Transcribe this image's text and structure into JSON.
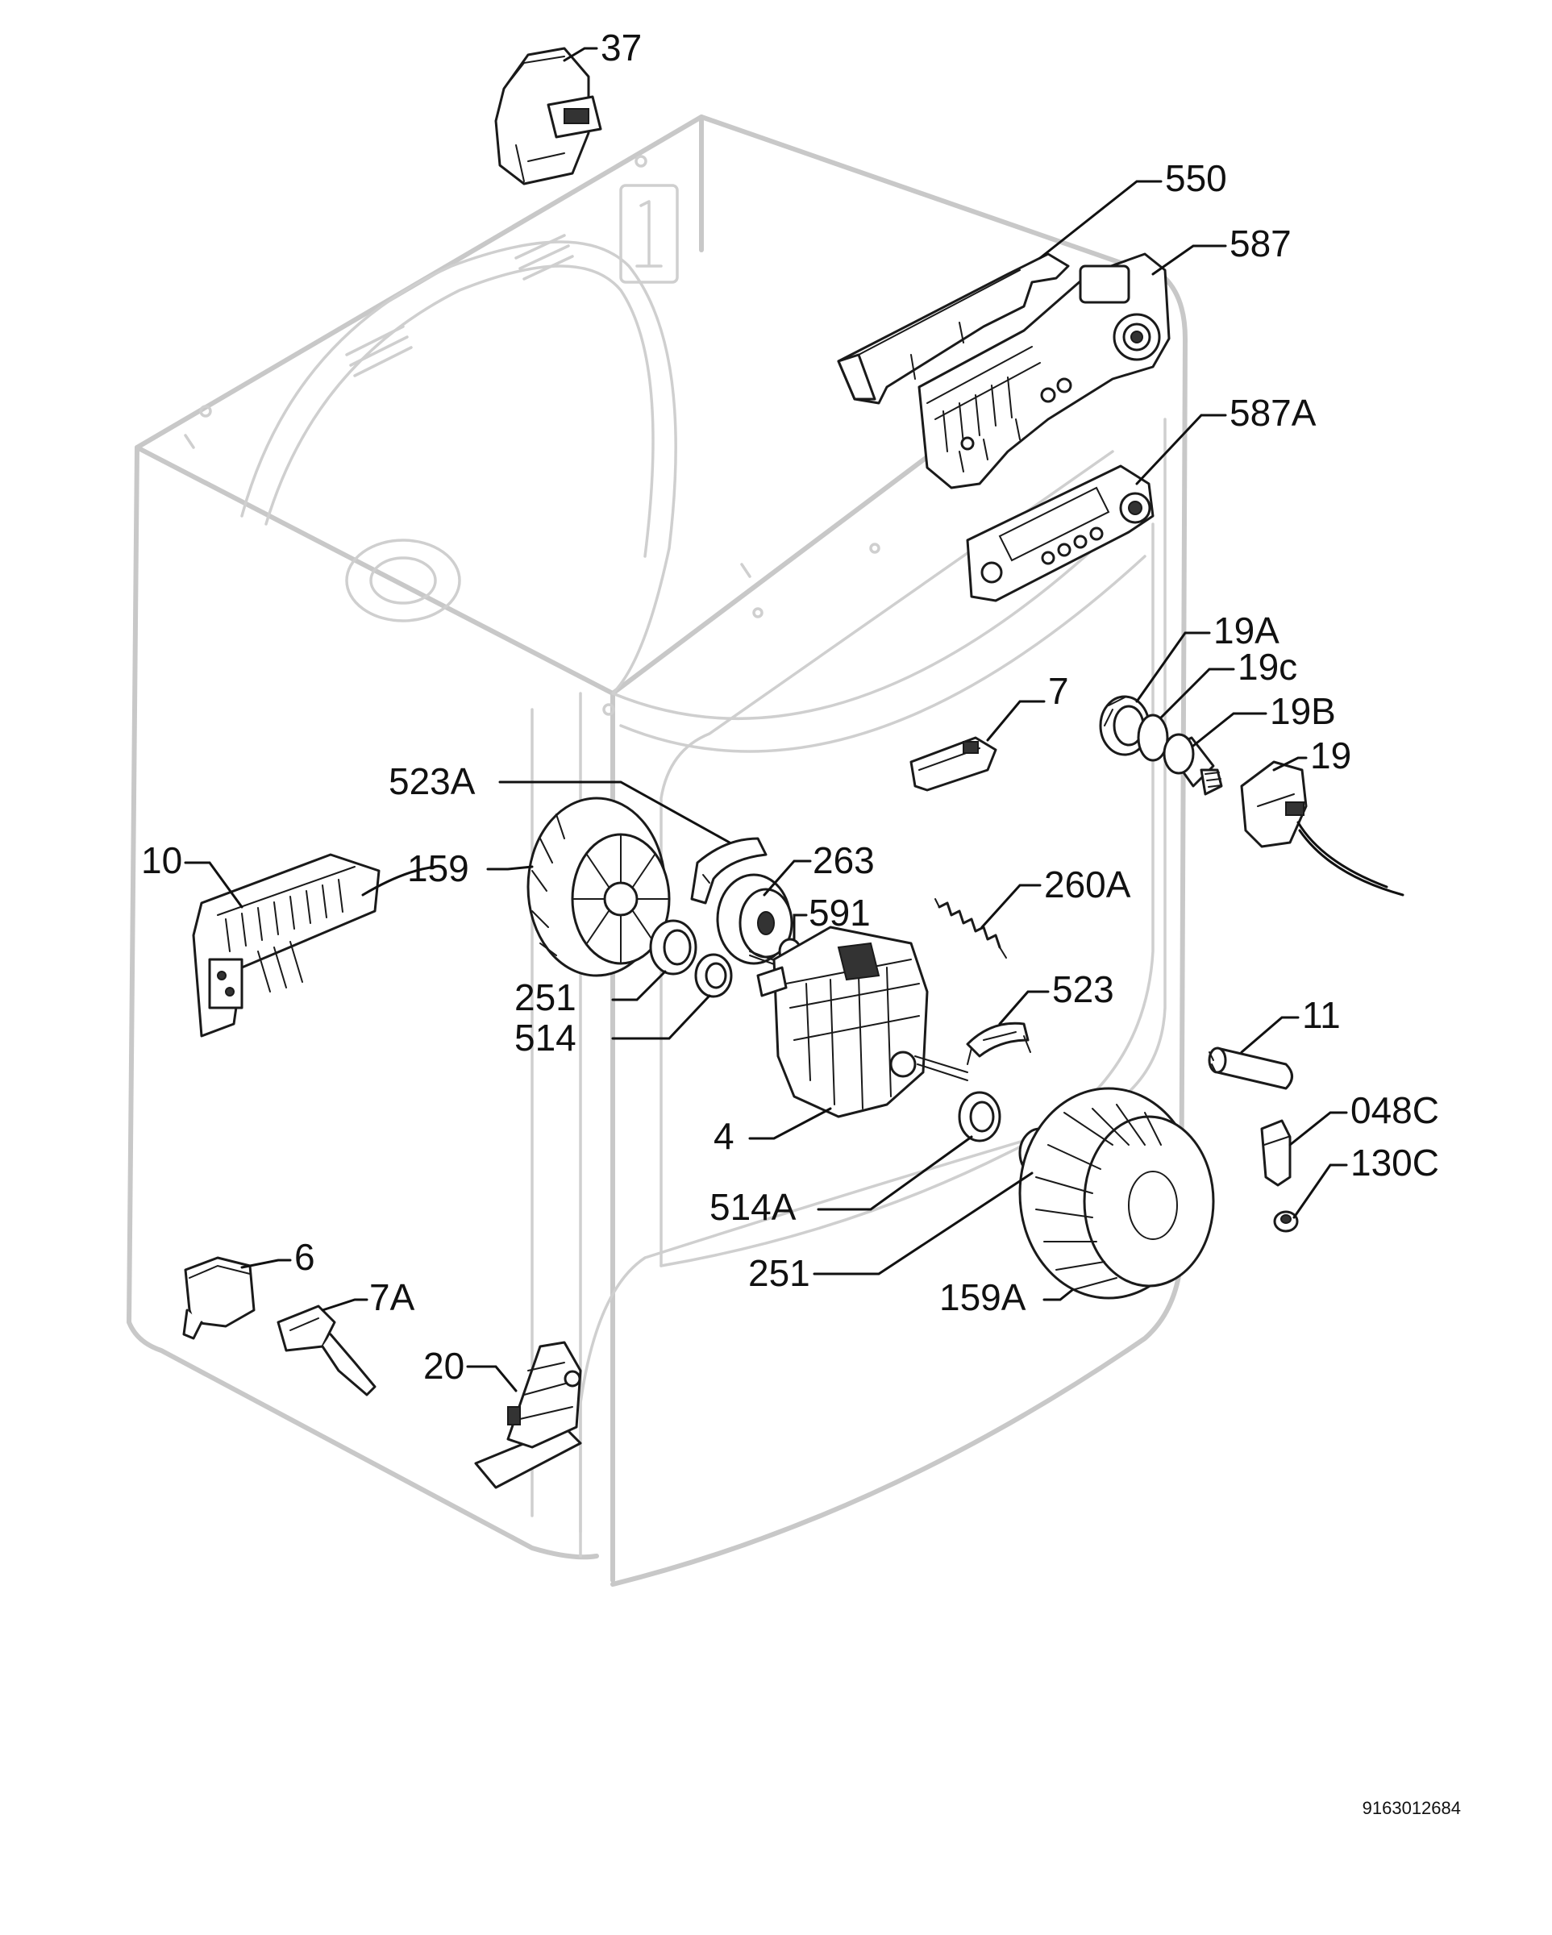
{
  "diagram": {
    "document_number": "9163012684",
    "callouts": [
      {
        "id": "37",
        "text": "37"
      },
      {
        "id": "550",
        "text": "550"
      },
      {
        "id": "587",
        "text": "587"
      },
      {
        "id": "587A",
        "text": "587A"
      },
      {
        "id": "19A",
        "text": "19A"
      },
      {
        "id": "19c",
        "text": "19c"
      },
      {
        "id": "19B",
        "text": "19B"
      },
      {
        "id": "19",
        "text": "19"
      },
      {
        "id": "7",
        "text": "7"
      },
      {
        "id": "523A",
        "text": "523A"
      },
      {
        "id": "10",
        "text": "10"
      },
      {
        "id": "159",
        "text": "159"
      },
      {
        "id": "263",
        "text": "263"
      },
      {
        "id": "260A",
        "text": "260A"
      },
      {
        "id": "591",
        "text": "591"
      },
      {
        "id": "251-upper",
        "text": "251"
      },
      {
        "id": "514",
        "text": "514"
      },
      {
        "id": "523",
        "text": "523"
      },
      {
        "id": "11",
        "text": "11"
      },
      {
        "id": "4",
        "text": "4"
      },
      {
        "id": "048C",
        "text": "048C"
      },
      {
        "id": "130C",
        "text": "130C"
      },
      {
        "id": "514A",
        "text": "514A"
      },
      {
        "id": "251-lower",
        "text": "251"
      },
      {
        "id": "159A",
        "text": "159A"
      },
      {
        "id": "6",
        "text": "6"
      },
      {
        "id": "7A",
        "text": "7A"
      },
      {
        "id": "20",
        "text": "20"
      }
    ]
  }
}
